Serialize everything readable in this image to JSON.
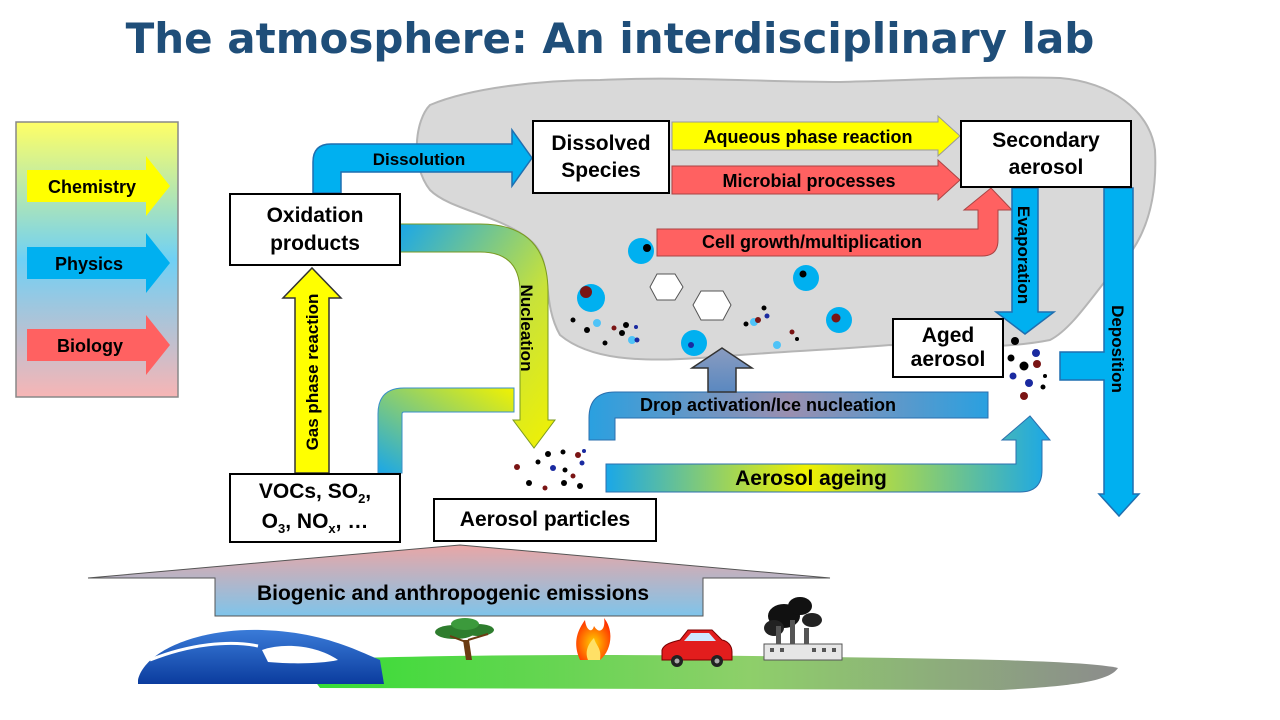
{
  "title": "The atmosphere: An interdisciplinary lab",
  "legend": {
    "chemistry": "Chemistry",
    "physics": "Physics",
    "biology": "Biology"
  },
  "colors": {
    "chemistry": "#ffff00",
    "physics": "#00b0f0",
    "biology": "#ff6161",
    "title": "#1f4e79",
    "cloud": "#d9d9d9"
  },
  "boxes": {
    "oxidation_products": [
      "Oxidation",
      "products"
    ],
    "dissolved_species": [
      "Dissolved",
      "Species"
    ],
    "secondary_aerosol": [
      "Secondary",
      "aerosol"
    ],
    "aged_aerosol": [
      "Aged",
      "aerosol"
    ],
    "aerosol_particles": "Aerosol particles",
    "precursors": {
      "line1": {
        "a": "VOCs, SO",
        "sub": "2",
        "b": ","
      },
      "line2": {
        "a": "O",
        "sub1": "3",
        "b": ", NO",
        "sub2": "x",
        "c": ", …"
      }
    }
  },
  "processes": {
    "dissolution": "Dissolution",
    "aqueous_phase_reaction": "Aqueous phase reaction",
    "microbial_processes": "Microbial processes",
    "cell_growth": "Cell growth/multiplication",
    "evaporation": "Evaporation",
    "deposition": "Deposition",
    "nucleation": "Nucleation",
    "gas_phase_reaction": "Gas phase reaction",
    "drop_activation": "Drop activation/Ice nucleation",
    "aerosol_ageing": "Aerosol ageing"
  },
  "emissions": "Biogenic and anthropogenic emissions",
  "icons": [
    "ocean-wave-icon",
    "tree-icon",
    "fire-icon",
    "car-icon",
    "factory-icon"
  ]
}
